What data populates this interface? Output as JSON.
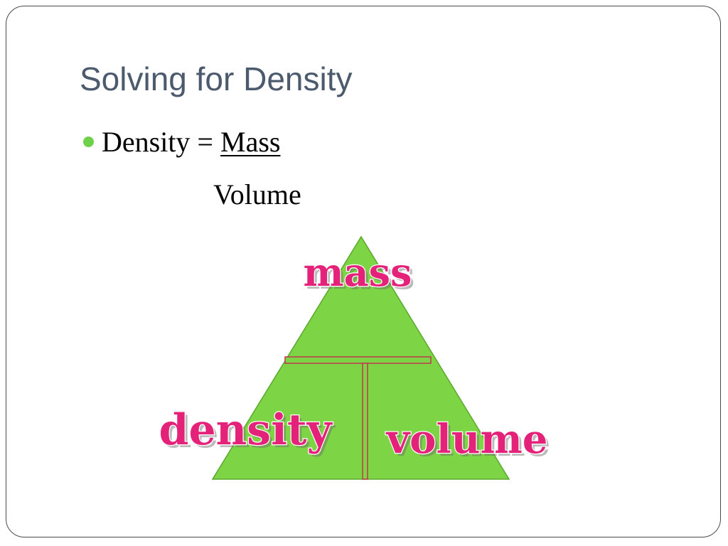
{
  "slide": {
    "title": "Solving for Density",
    "formula": {
      "lhs": "Density = ",
      "numerator": "Mass",
      "denominator": "Volume"
    },
    "triangle": {
      "top_label": "mass",
      "bottom_left_label": "density",
      "bottom_right_label": "volume"
    }
  },
  "colors": {
    "title": "#4c5a6e",
    "bullet": "#6fd14a",
    "triangle_fill": "#7dd444",
    "triangle_stroke": "#5aa92e",
    "label_fill": "#e5227a",
    "divider_stroke": "#c0394f"
  }
}
